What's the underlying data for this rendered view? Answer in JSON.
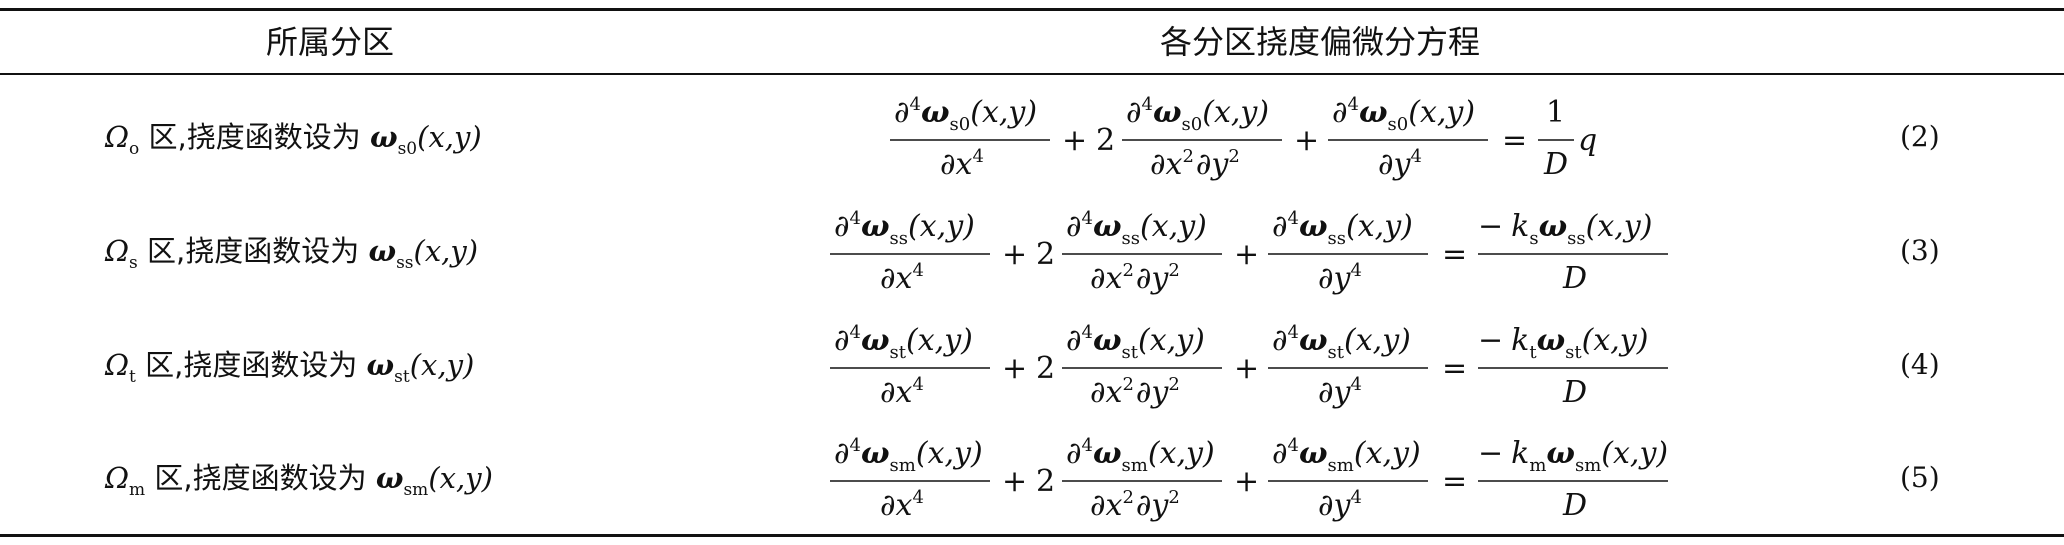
{
  "header": {
    "zone_col": "所属分区",
    "equation_col": "各分区挠度偏微分方程"
  },
  "rows": [
    {
      "zone_symbol": "Ω",
      "zone_sub": "o",
      "zone_text": " 区,挠度函数设为 ",
      "func": "ω",
      "func_sub": "s0",
      "args": "(x,y)",
      "rhs_type": "q",
      "k_sub": "",
      "eq_number": "(2)"
    },
    {
      "zone_symbol": "Ω",
      "zone_sub": "s",
      "zone_text": " 区,挠度函数设为 ",
      "func": "ω",
      "func_sub": "ss",
      "args": "(x,y)",
      "rhs_type": "k",
      "k_sub": "s",
      "eq_number": "(3)"
    },
    {
      "zone_symbol": "Ω",
      "zone_sub": "t",
      "zone_text": " 区,挠度函数设为 ",
      "func": "ω",
      "func_sub": "st",
      "args": "(x,y)",
      "rhs_type": "k",
      "k_sub": "t",
      "eq_number": "(4)"
    },
    {
      "zone_symbol": "Ω",
      "zone_sub": "m",
      "zone_text": " 区,挠度函数设为 ",
      "func": "ω",
      "func_sub": "sm",
      "args": "(x,y)",
      "rhs_type": "k",
      "k_sub": "m",
      "eq_number": "(5)"
    }
  ],
  "equation": {
    "partial": "∂",
    "power": "4",
    "dx4": "∂x",
    "dy4": "∂y",
    "dx2dy2_x": "∂x",
    "dx2dy2_y": "∂y",
    "two": "2",
    "power2": "2",
    "plus": "+",
    "equals": "=",
    "one": "1",
    "D": "D",
    "q": "q",
    "minus": "−",
    "k": "k"
  }
}
